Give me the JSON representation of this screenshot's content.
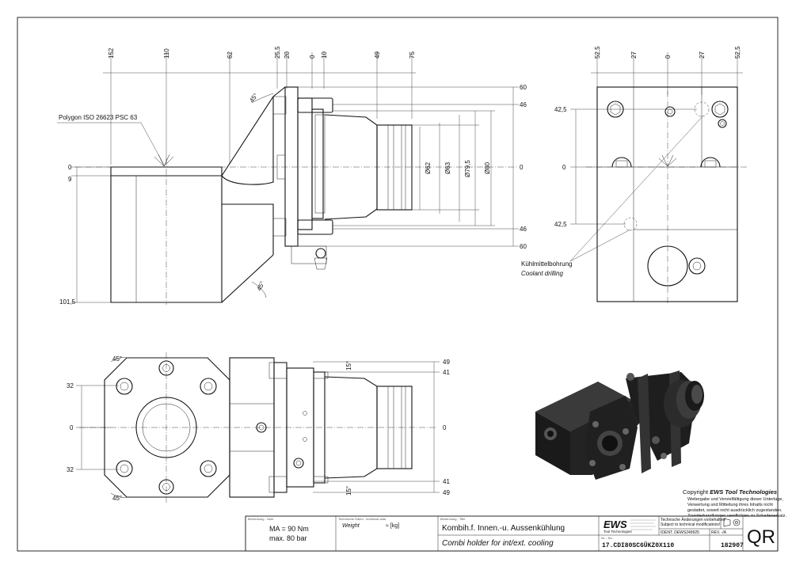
{
  "front_view": {
    "top_dims": [
      "152",
      "110",
      "62",
      "25,5",
      "20",
      "0",
      "10",
      "49",
      "75"
    ],
    "right_dims": [
      "60",
      "46",
      "0",
      "46",
      "60"
    ],
    "left_dims": [
      "0",
      "9",
      "101,5"
    ],
    "diameters": [
      "Ø62",
      "Ø63",
      "Ø79,5",
      "Ø80"
    ],
    "polygon_label": "Polygon ISO 26623 PSC 63",
    "angle_top": "45°",
    "angle_bottom": "45°"
  },
  "side_view": {
    "top_dims": [
      "52,5",
      "27",
      "0",
      "27",
      "52,5"
    ],
    "left_dims": [
      "42,5",
      "0",
      "42,5"
    ],
    "coolant_de": "Kühlmittelbohrung",
    "coolant_en": "Coolant drilling"
  },
  "top_view": {
    "left_dims": [
      "32",
      "0",
      "32"
    ],
    "right_dims": [
      "49",
      "41",
      "0",
      "41",
      "49"
    ],
    "angle_tl": "45°",
    "angle_bl": "45°",
    "angle_tr": "15°",
    "angle_br": "15°"
  },
  "copyright": {
    "title_prefix": "Copyright ",
    "brand": "EWS Tool Technologies",
    "lines": [
      "Weitergabe und Vervielfältigung dieser Unterlage,",
      "Verwertung und Mitteilung ihres Inhalts nicht",
      "gestattet, soweit nicht ausdrücklich zugestanden.",
      "Zuwiderhandlungen verpflichten zu Schadenersatz."
    ]
  },
  "title_block": {
    "remark_hdr": "Bemerkung - Note",
    "ma": "MA = 90 Nm",
    "max_bar": "max. 80 bar",
    "tech_hdr": "Technische Daten - technical data",
    "weight_label": "Weight",
    "weight_unit": "≈  [kg]",
    "name_hdr": "Benennung - Title",
    "title_de": "Kombih.f. Innen.-u. Aussenkühlung",
    "title_en": "Combi holder for int/ext. cooling",
    "logo": "EWS",
    "logo_sub": "Tool Technologies",
    "changes_de": "Technische Änderungen vorbehalten!",
    "changes_en": "Subject to technical modifications!",
    "ident": "IDENT. DEWS249925",
    "rev": "REV. -/A",
    "nr_hdr": "Nr. - No.",
    "part_no": "17.CDI80SC6ÜKZ0X110",
    "id_no": "182907",
    "qr": "QR"
  }
}
